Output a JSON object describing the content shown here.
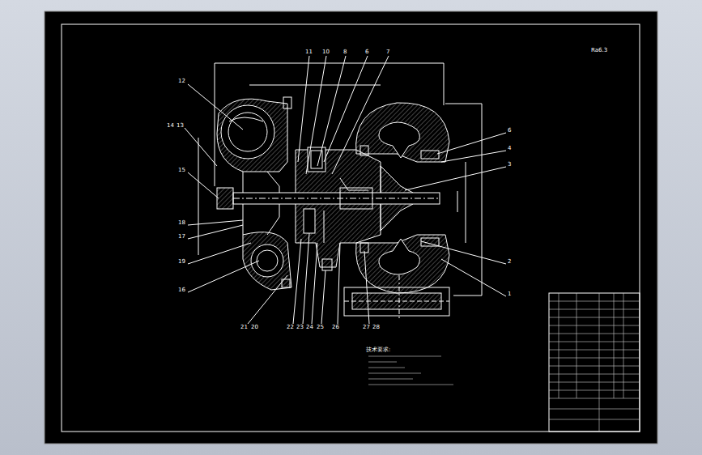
{
  "diagram": {
    "labels": [
      "11",
      "10",
      "8",
      "6",
      "7",
      "12",
      "14",
      "13",
      "15",
      "18",
      "17",
      "19",
      "16",
      "6",
      "4",
      "3",
      "2",
      "1",
      "21",
      "20",
      "22",
      "23",
      "24",
      "25",
      "26",
      "27",
      "28",
      "Ra6.3",
      "技术要求:"
    ]
  }
}
